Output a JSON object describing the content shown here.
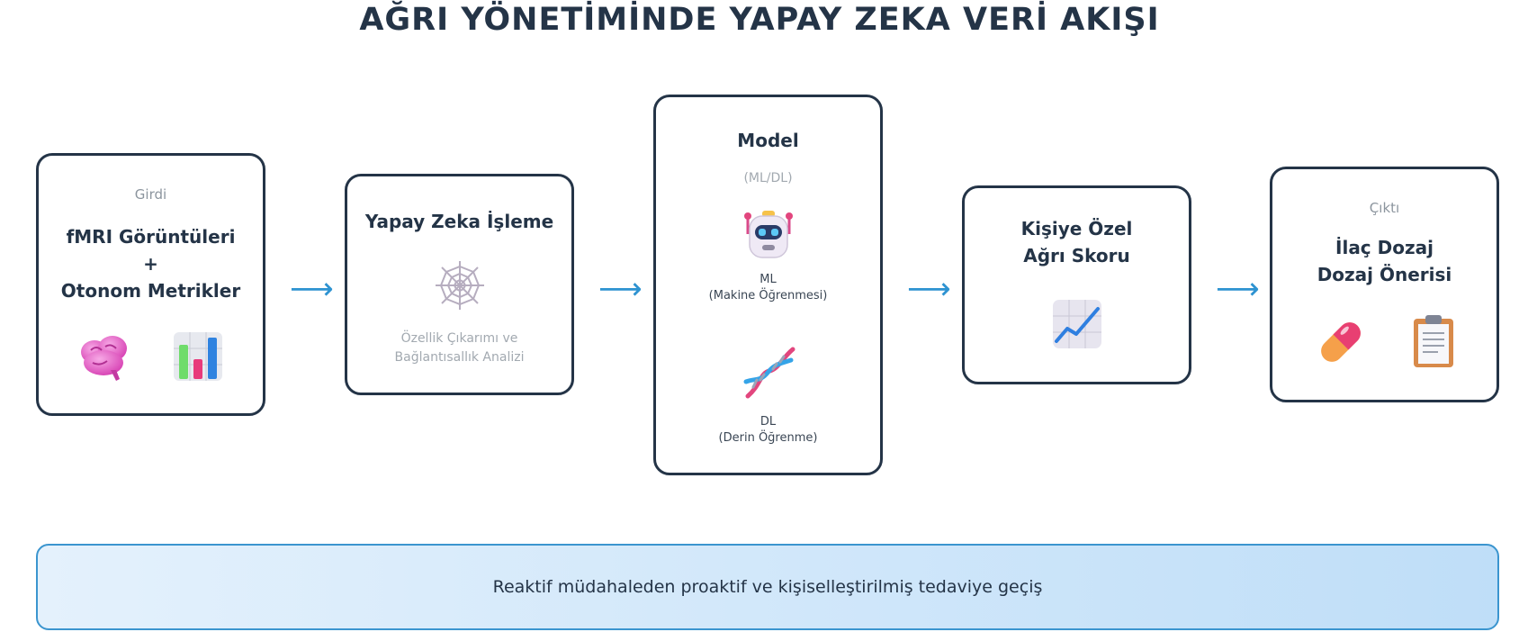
{
  "title": "AĞRI YÖNETİMİNDE YAPAY ZEKA VERİ AKIŞI",
  "steps": [
    {
      "tag": "Girdi",
      "line1": "fMRI Görüntüleri",
      "plus": "+",
      "line2": "Otonom Metrikler",
      "icons": [
        "brain-icon",
        "bar-chart-icon"
      ]
    },
    {
      "heading": "Yapay Zeka İşleme",
      "icon": "spider-web-icon",
      "desc1": "Özellik Çıkarımı ve",
      "desc2": "Bağlantısallık Analizi"
    },
    {
      "heading": "Model",
      "sub": "(ML/DL)",
      "ml_label": "ML",
      "ml_desc": "(Makine Öğrenmesi)",
      "dl_label": "DL",
      "dl_desc": "(Derin Öğrenme)",
      "icons": [
        "robot-icon",
        "dna-icon"
      ]
    },
    {
      "line1": "Kişiye Özel",
      "line2": "Ağrı Skoru",
      "icon": "trend-chart-icon"
    },
    {
      "tag": "Çıktı",
      "line1": "İlaç Dozaj",
      "line2": "Dozaj Önerisi",
      "icons": [
        "pill-icon",
        "clipboard-icon"
      ]
    }
  ],
  "arrow": "⟶",
  "banner": "Reaktif müdahaleden proaktif ve kişiselleştirilmiş tedaviye geçiş",
  "colors": {
    "dark": "#243447",
    "accent": "#2e93d1",
    "banner_start": "#e4f1fc",
    "banner_end": "#bfdef8"
  }
}
